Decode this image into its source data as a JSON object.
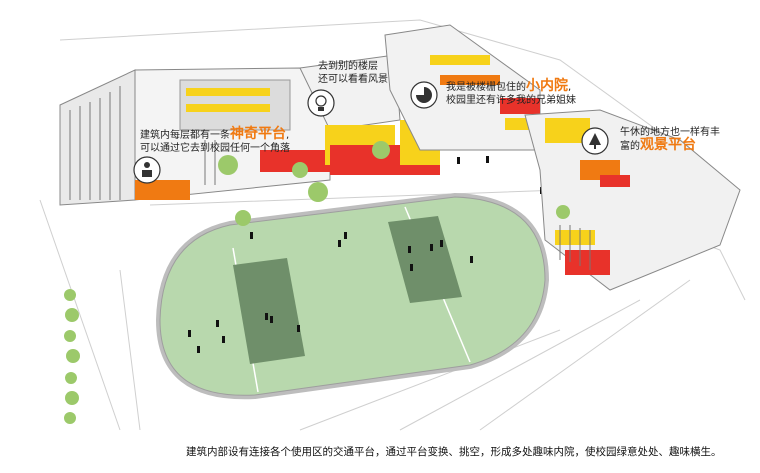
{
  "annotations": {
    "platform": {
      "line1_pre": "建筑内每层都有一条",
      "line1_hl": "神奇平台",
      "line1_post": ",",
      "line2": "可以通过它去到校园任何一个角落"
    },
    "floors": {
      "line1": "去到别的楼层",
      "line2": "还可以看看风景"
    },
    "courtyard": {
      "line1_pre": "我是被楼栅包住的",
      "line1_hl": "小内院",
      "line1_post": ",",
      "line2": "校园里还有许多我的兄弟姐妹"
    },
    "viewing": {
      "line1": "午休的地方也一样有丰",
      "line2_pre": "富的",
      "line2_hl": "观景平台"
    }
  },
  "caption": "建筑内部设有连接各个使用区的交通平台，通过平台变换、挑空，形成多处趣味内院，使校园绿意处处、趣味横生。",
  "colors": {
    "field": "#b8d8ad",
    "pitch": "#6f8f6a",
    "accent": "#f07a12",
    "red": "#e8322a",
    "yellow": "#f7d21b"
  },
  "icons": [
    "people-icon",
    "lightbulb-icon",
    "pie-chart-icon",
    "tree-icon"
  ]
}
